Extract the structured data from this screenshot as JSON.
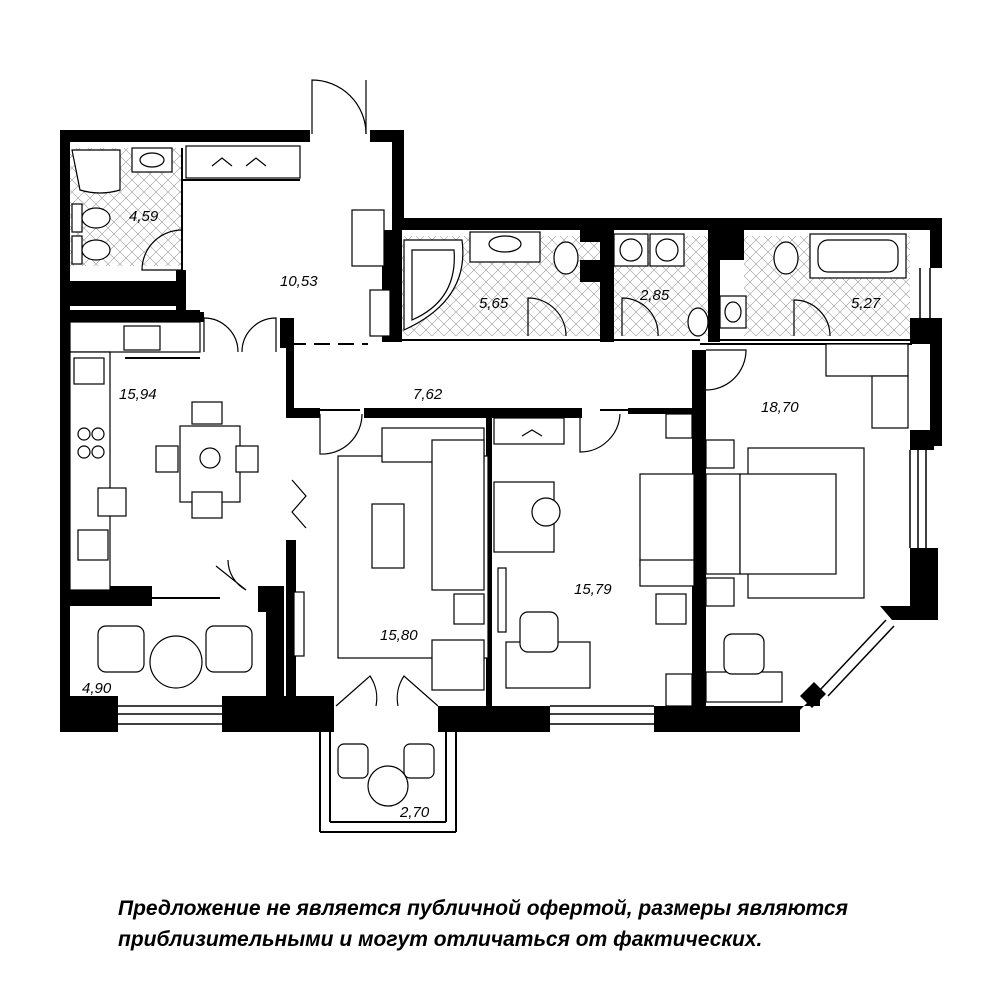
{
  "rooms": [
    {
      "id": "bathroom-1",
      "area": "4,59"
    },
    {
      "id": "hall",
      "area": "10,53"
    },
    {
      "id": "bathroom-2",
      "area": "5,65"
    },
    {
      "id": "laundry",
      "area": "2,85"
    },
    {
      "id": "bathroom-3",
      "area": "5,27"
    },
    {
      "id": "kitchen",
      "area": "15,94"
    },
    {
      "id": "corridor",
      "area": "7,62"
    },
    {
      "id": "bedroom",
      "area": "18,70"
    },
    {
      "id": "living-room",
      "area": "15,80"
    },
    {
      "id": "study",
      "area": "15,79"
    },
    {
      "id": "loggia-1",
      "area": "4,90"
    },
    {
      "id": "loggia-2",
      "area": "2,70"
    }
  ],
  "disclaimer": {
    "line1": "Предложение не является публичной офертой, размеры являются",
    "line2": "приблизительными и могут отличаться от фактических."
  }
}
